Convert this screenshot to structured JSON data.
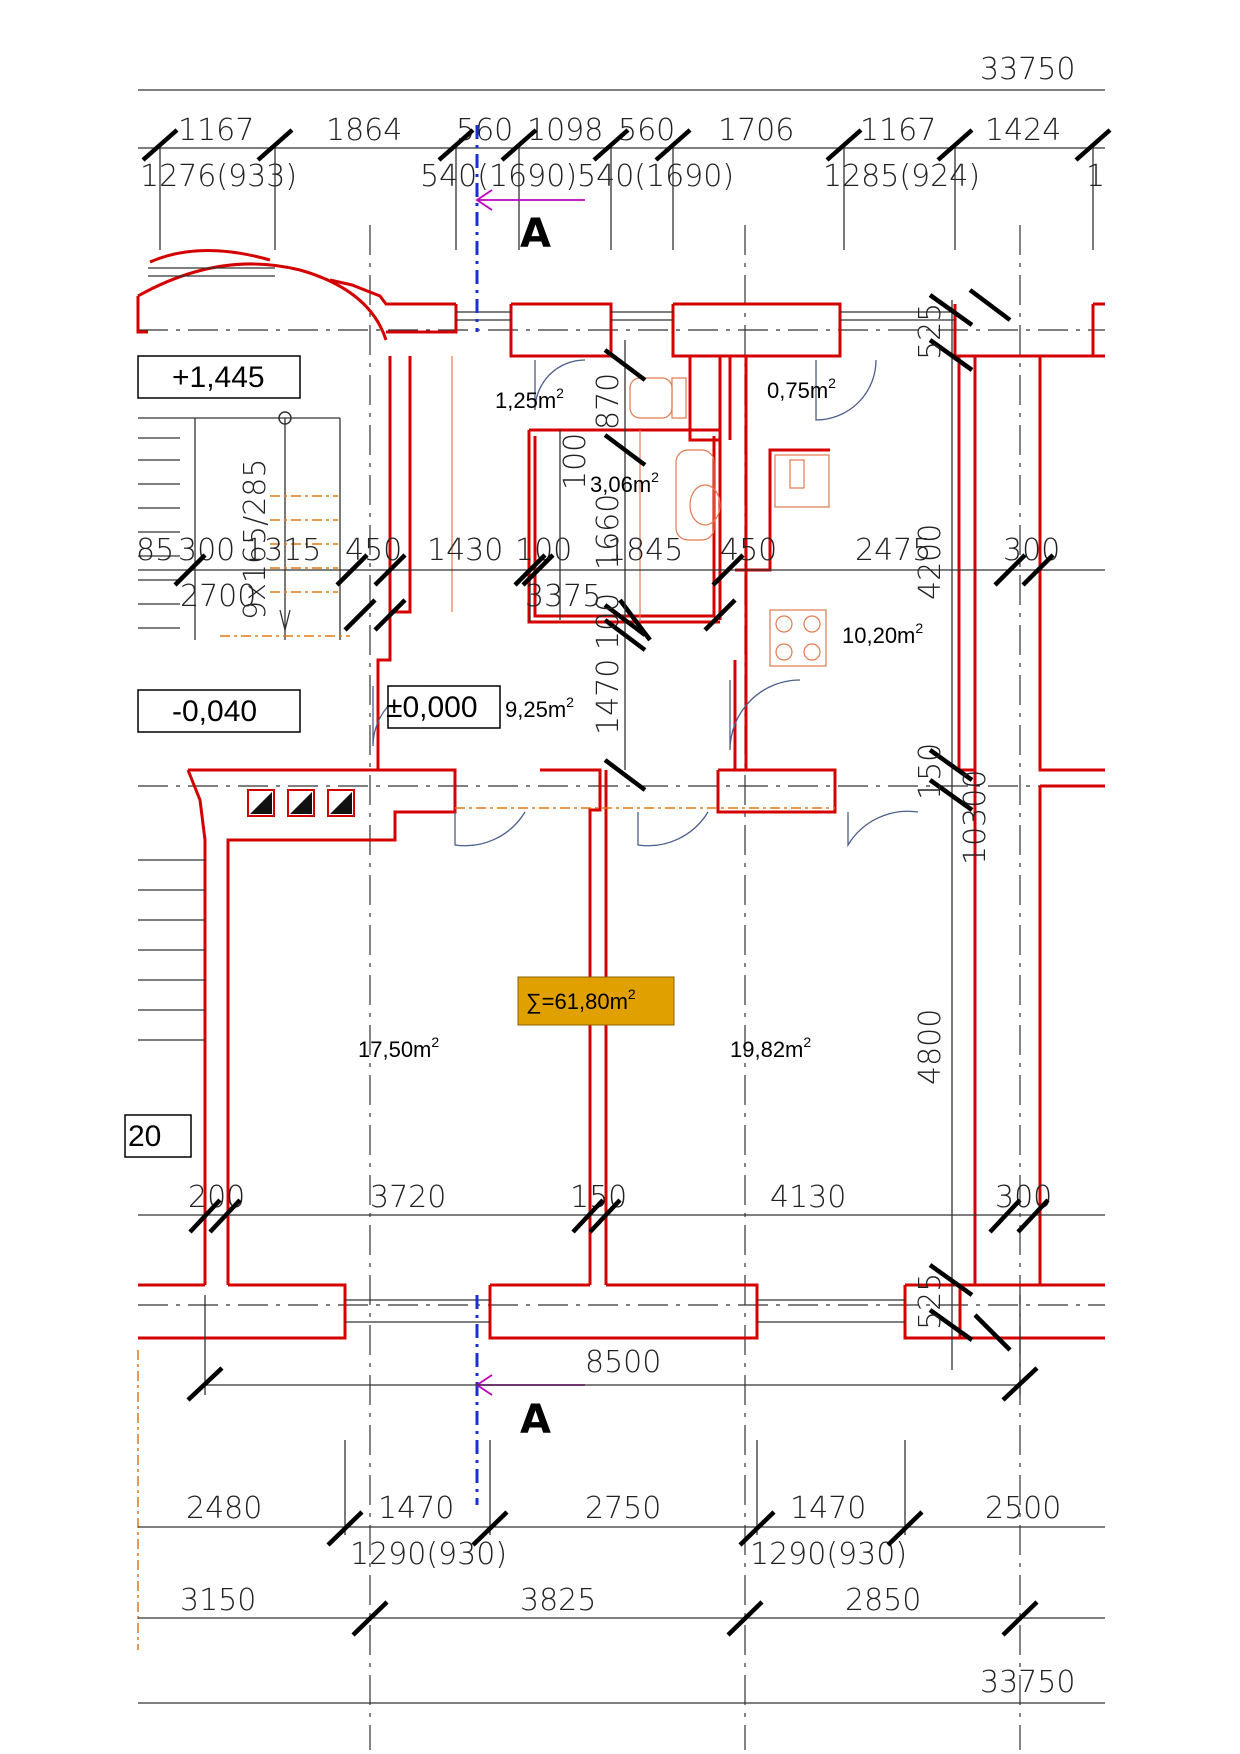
{
  "colors": {
    "wall": "#d40000",
    "dimension": "#222222",
    "section_line": "#1a2fd0",
    "section_arrow": "#c000c0",
    "fixtures": "#e07a50",
    "stairs_guide": "#e07a10",
    "total_badge": "#e0a000"
  },
  "overall_top": "33750",
  "overall_bottom": "33750",
  "top_dims_row1": [
    "1167",
    "1864",
    "560",
    "1098",
    "560",
    "1706",
    "1167",
    "1424"
  ],
  "top_dims_row2": [
    "1276(933)",
    "540(1690)540(1690)",
    "1285(924)",
    "1"
  ],
  "upper_dims": [
    "85",
    "300",
    "1315",
    "450",
    "1430",
    "100",
    "1845",
    "450",
    "2475",
    "300"
  ],
  "upper_dims_sub": [
    "2700",
    "3375"
  ],
  "vertical_dims": [
    "870",
    "100",
    "1660",
    "100",
    "1470",
    "525",
    "4200",
    "150",
    "10300",
    "4800",
    "525"
  ],
  "stair_label": "9x165/285",
  "section_label": "A",
  "levels": [
    "+1,445",
    "-0,040",
    "±0,000",
    "20"
  ],
  "rooms": [
    {
      "area": "1,25m",
      "sup": "2"
    },
    {
      "area": "0,75m",
      "sup": "2"
    },
    {
      "area": "3,06m",
      "sup": "2"
    },
    {
      "area": "10,20m",
      "sup": "2"
    },
    {
      "area": "9,25m",
      "sup": "2"
    },
    {
      "area": "17,50m",
      "sup": "2"
    },
    {
      "area": "19,82m",
      "sup": "2"
    }
  ],
  "total": {
    "symbol": "∑=",
    "value": "61,80m",
    "sup": "2"
  },
  "lower_dims": [
    "200",
    "3720",
    "150",
    "4130",
    "300"
  ],
  "width_dim": "8500",
  "bottom_dims_row1": [
    "2480",
    "1470",
    "2750",
    "1470",
    "2500"
  ],
  "bottom_dims_row1_sub": [
    "1290(930)",
    "1290(930)"
  ],
  "bottom_dims_row2": [
    "3150",
    "3825",
    "2850"
  ]
}
